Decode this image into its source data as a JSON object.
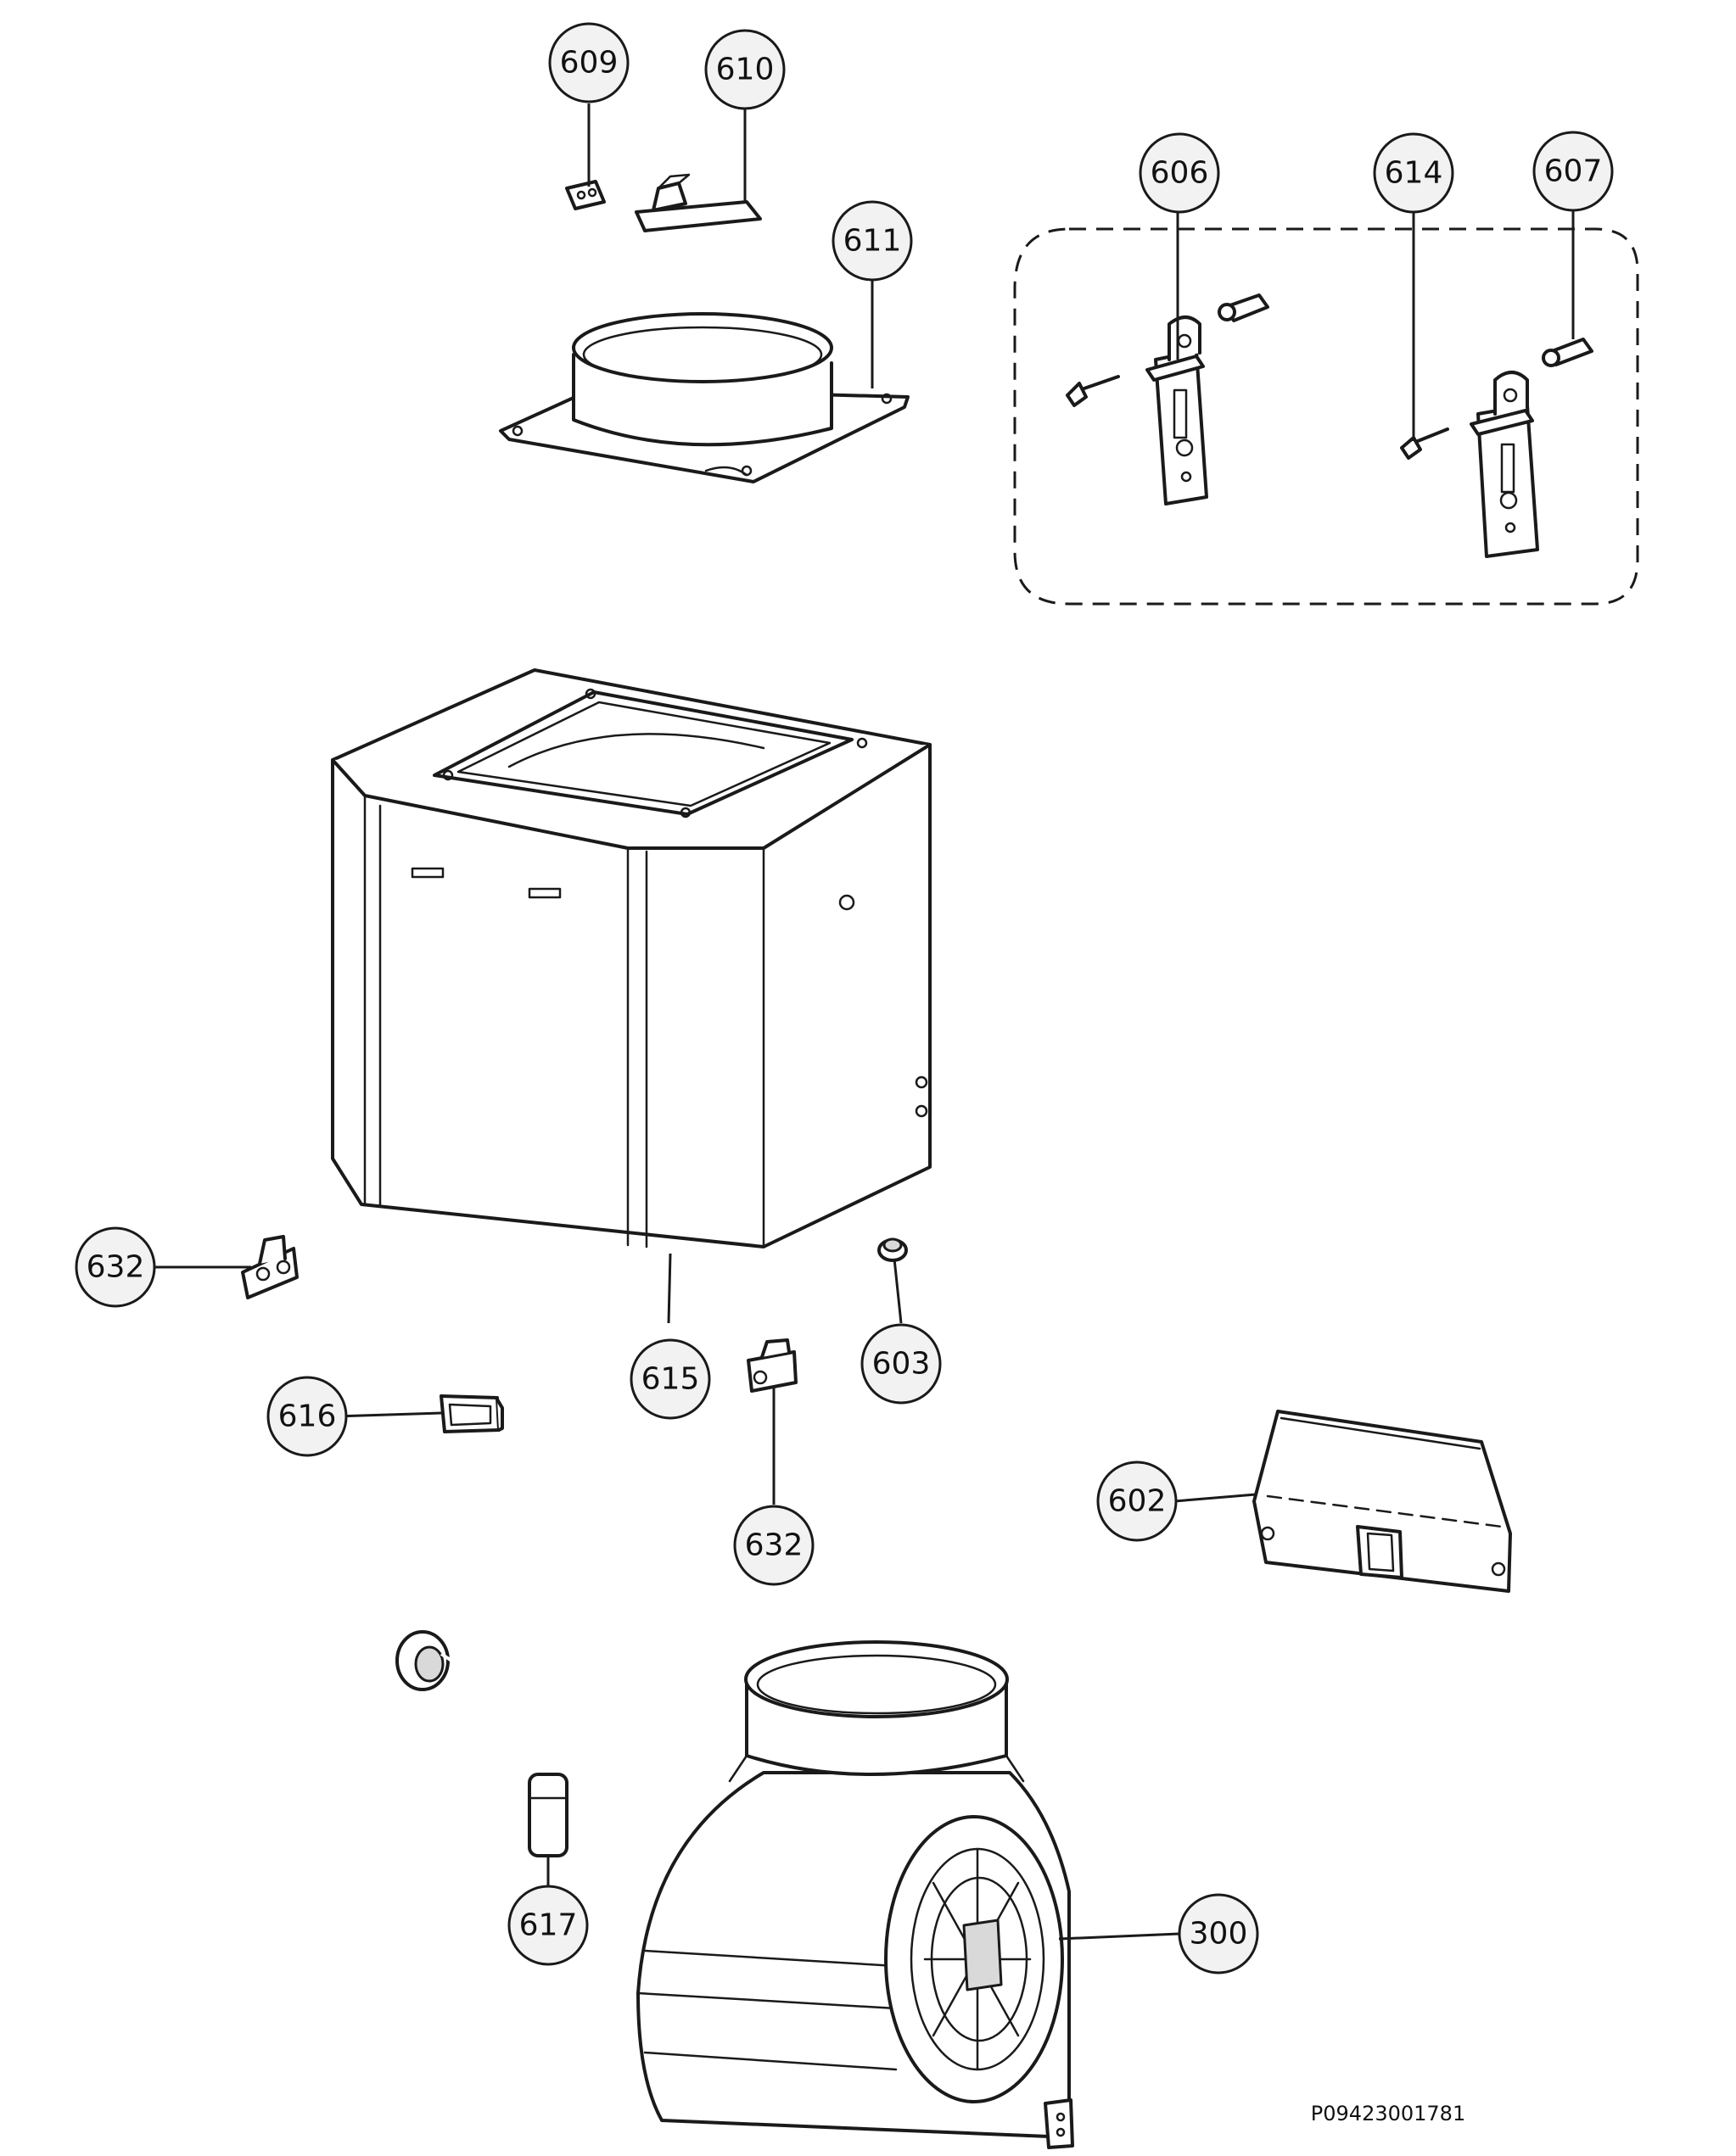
{
  "diagram": {
    "reference_code": "P09423001781",
    "callouts": {
      "c609": "609",
      "c610": "610",
      "c611": "611",
      "c606": "606",
      "c614": "614",
      "c607": "607",
      "c632a": "632",
      "c615": "615",
      "c603": "603",
      "c616": "616",
      "c632b": "632",
      "c602": "602",
      "c617": "617",
      "c300": "300"
    }
  }
}
